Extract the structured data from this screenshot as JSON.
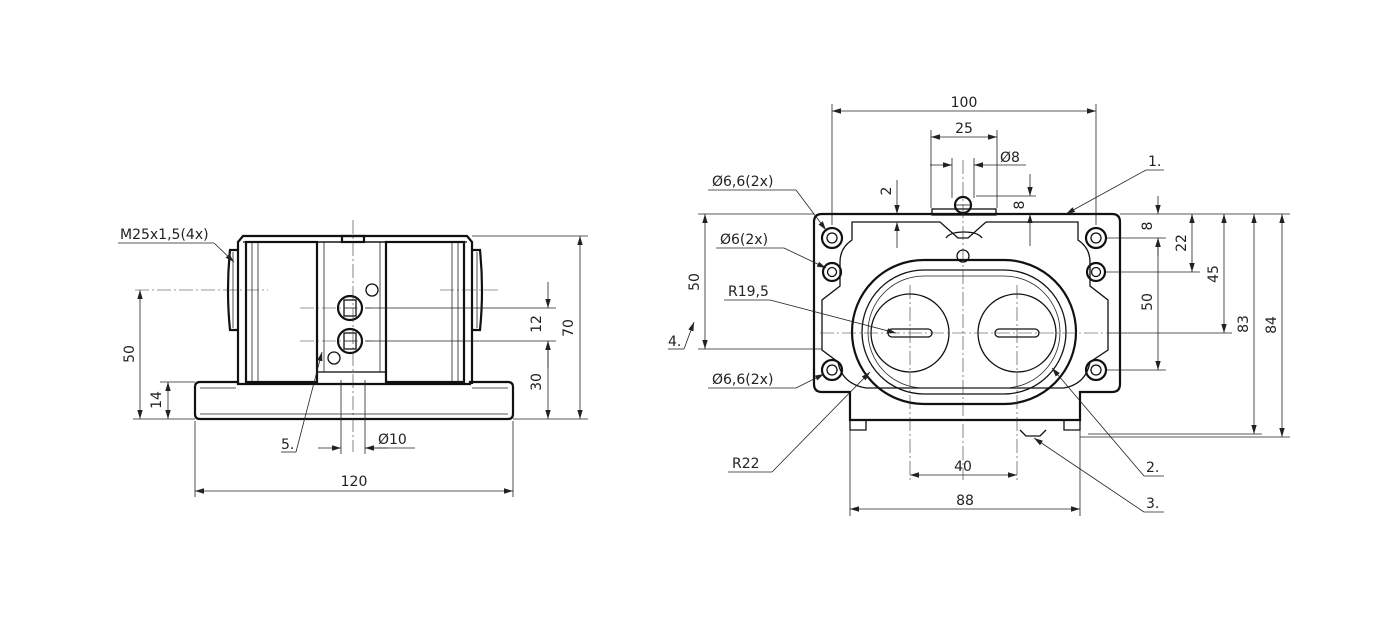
{
  "left_view": {
    "thread_label": "M25x1,5(4x)",
    "dim_50": "50",
    "dim_14": "14",
    "dim_12": "12",
    "dim_30": "30",
    "dim_70": "70",
    "dim_120": "120",
    "dim_phi10": "Ø10",
    "callout_5": "5."
  },
  "right_view": {
    "dim_100": "100",
    "dim_25": "25",
    "dim_phi8": "Ø8",
    "dim_2": "2",
    "dim_8_top": "8",
    "dim_8_right": "8",
    "dim_22": "22",
    "dim_45": "45",
    "dim_50_right": "50",
    "dim_83": "83",
    "dim_84": "84",
    "dim_50_left": "50",
    "dim_40": "40",
    "dim_88": "88",
    "label_phi66_top": "Ø6,6(2x)",
    "label_phi6": "Ø6(2x)",
    "label_r195": "R19,5",
    "label_phi66_bottom": "Ø6,6(2x)",
    "label_r22": "R22",
    "callout_1": "1.",
    "callout_2": "2.",
    "callout_3": "3.",
    "callout_4": "4."
  }
}
